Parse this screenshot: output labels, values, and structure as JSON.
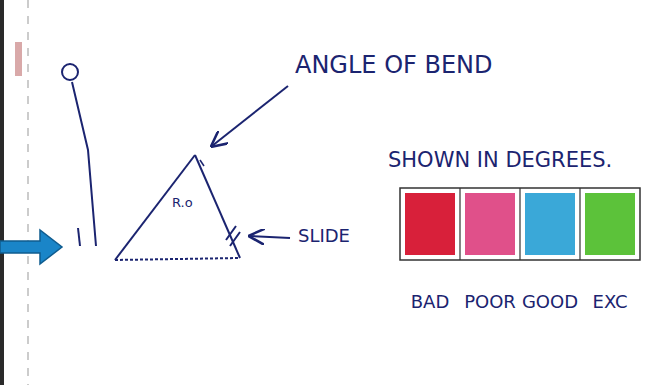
{
  "diagram": {
    "labels": [
      "ANGLE OF BEND",
      "R.o",
      "SHOWN IN DEGREES.",
      "SLIDE"
    ],
    "legend": [
      {
        "text": "BAD",
        "color": "#d8203a"
      },
      {
        "text": "POOR",
        "color": "#e0508a"
      },
      {
        "text": "GOOD",
        "color": "#3aa8d8"
      },
      {
        "text": "EXC",
        "color": "#5cc23a"
      }
    ]
  }
}
